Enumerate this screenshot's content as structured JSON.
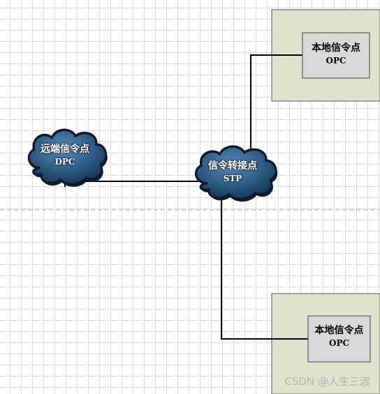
{
  "nodes": {
    "remote": {
      "name": "远端信令点",
      "code": "DPC"
    },
    "stp": {
      "name": "信令转接点",
      "code": "STP"
    },
    "local_top": {
      "name": "本地信令点",
      "code": "OPC"
    },
    "local_bottom": {
      "name": "本地信令点",
      "code": "OPC"
    }
  },
  "colors": {
    "cloud_fill": "#3f6f9c",
    "cloud_dark": "#0e1f30",
    "group_fill": "#dfe3cc",
    "box_fill": "#d9d9d9",
    "line": "#000000"
  },
  "watermark": "CSDN @人生三渡"
}
